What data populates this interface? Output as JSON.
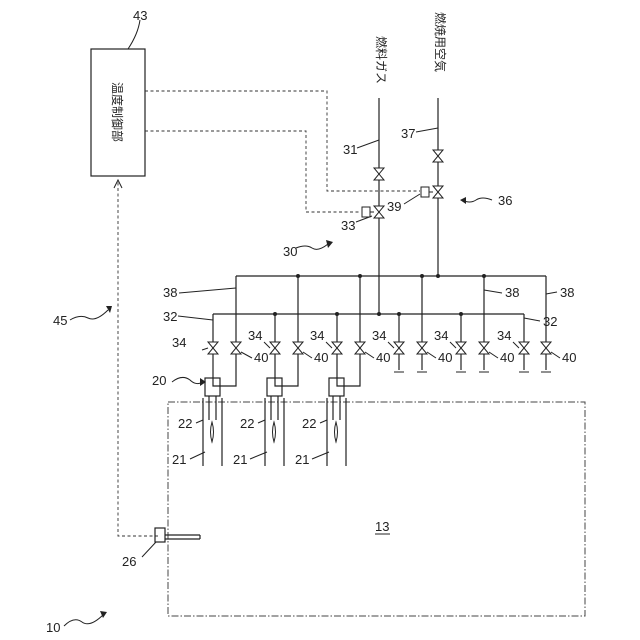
{
  "labels": {
    "controller": "温度制御部",
    "fuel_gas": "燃料ガス",
    "combustion_air": "燃焼用空気",
    "n43": "43",
    "n45": "45",
    "n10": "10",
    "n13": "13",
    "n20": "20",
    "n21a": "21",
    "n21b": "21",
    "n21c": "21",
    "n22a": "22",
    "n22b": "22",
    "n22c": "22",
    "n26": "26",
    "n30": "30",
    "n31": "31",
    "n33": "33",
    "n36": "36",
    "n37": "37",
    "n39": "39",
    "n38a": "38",
    "n38b": "38",
    "n38c": "38",
    "n32a": "32",
    "n32b": "32",
    "n34a": "34",
    "n34b": "34",
    "n34c": "34",
    "n34d": "34",
    "n34e": "34",
    "n34f": "34",
    "n40a": "40",
    "n40b": "40",
    "n40c": "40",
    "n40d": "40",
    "n40e": "40",
    "n40f": "40"
  }
}
